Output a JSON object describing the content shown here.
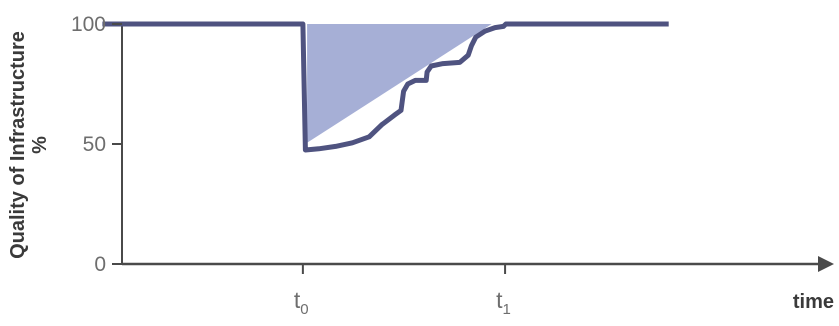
{
  "chart_data": {
    "type": "line",
    "title": "",
    "xlabel": "time",
    "ylabel": [
      "Quality of Infrastructure",
      "%"
    ],
    "ylim": [
      0,
      100
    ],
    "y_ticks": [
      0,
      50,
      100
    ],
    "x_ticks": [
      {
        "base": "t",
        "sub": "0",
        "x": 0.361
      },
      {
        "base": "t",
        "sub": "1",
        "x": 0.602
      }
    ],
    "xlim": [
      0.12,
      0.82
    ],
    "grid": false,
    "legend": "none",
    "colors": {
      "line": "#4f5380",
      "fill": "#a6afd6",
      "axis": "#4a4a4a"
    },
    "series": [
      {
        "points": [
          [
            0.122,
            100
          ],
          [
            0.361,
            100
          ],
          [
            0.364,
            47.5
          ],
          [
            0.38,
            48
          ],
          [
            0.4,
            49
          ],
          [
            0.42,
            50.5
          ],
          [
            0.44,
            53
          ],
          [
            0.455,
            58
          ],
          [
            0.47,
            62
          ],
          [
            0.478,
            64
          ],
          [
            0.481,
            72
          ],
          [
            0.486,
            75
          ],
          [
            0.495,
            76.5
          ],
          [
            0.508,
            76.5
          ],
          [
            0.509,
            80
          ],
          [
            0.514,
            82.5
          ],
          [
            0.528,
            83.5
          ],
          [
            0.548,
            84
          ],
          [
            0.558,
            87
          ],
          [
            0.562,
            91
          ],
          [
            0.567,
            94.5
          ],
          [
            0.578,
            97
          ],
          [
            0.59,
            98.5
          ],
          [
            0.6,
            99
          ],
          [
            0.603,
            100
          ],
          [
            0.797,
            100
          ]
        ]
      }
    ],
    "shaded_region": {
      "points": [
        [
          0.366,
          100
        ],
        [
          0.586,
          100
        ],
        [
          0.366,
          50.5
        ]
      ]
    }
  }
}
